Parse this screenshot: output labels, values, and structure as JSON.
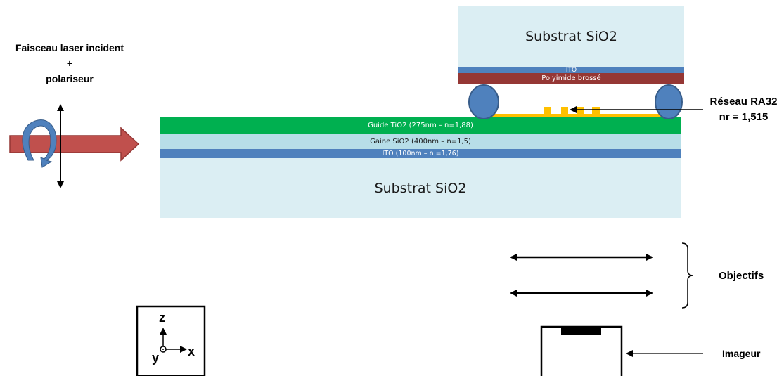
{
  "colors": {
    "substrate": "#dbeef3",
    "ito": "#4f81bd",
    "polyimide": "#953735",
    "guide": "#00b050",
    "gaine": "#b7dee8",
    "grating": "#ffc000",
    "spacer": "#4f81bd",
    "laser_arrow": "#c0504d",
    "polarizer_curl": "#4f81bd"
  },
  "labels": {
    "incident_beam_line1": "Faisceau laser incident",
    "incident_beam_line2": "+",
    "incident_beam_line3": "polariseur",
    "grating_line1": "Réseau RA32",
    "grating_line2": "nr = 1,515",
    "objectives": "Objectifs",
    "imager": "Imageur"
  },
  "top_stack": {
    "substrate": "Substrat SiO2",
    "ito": "ITO",
    "polyimide": "Polyimide brossé"
  },
  "bottom_stack": {
    "guide": "Guide TiO2 (275nm – n=1,88)",
    "gaine": "Gaine SiO2 (400nm – n=1,5)",
    "ito": "ITO (100nm – n =1,76)",
    "substrate": "Substrat SiO2"
  },
  "axes": {
    "z": "z",
    "y": "y",
    "x": "x"
  },
  "icons": [
    "laser-beam-arrow-icon",
    "polarization-curl-icon",
    "double-arrow-icon",
    "brace-icon",
    "axes-icon",
    "imager-icon"
  ]
}
